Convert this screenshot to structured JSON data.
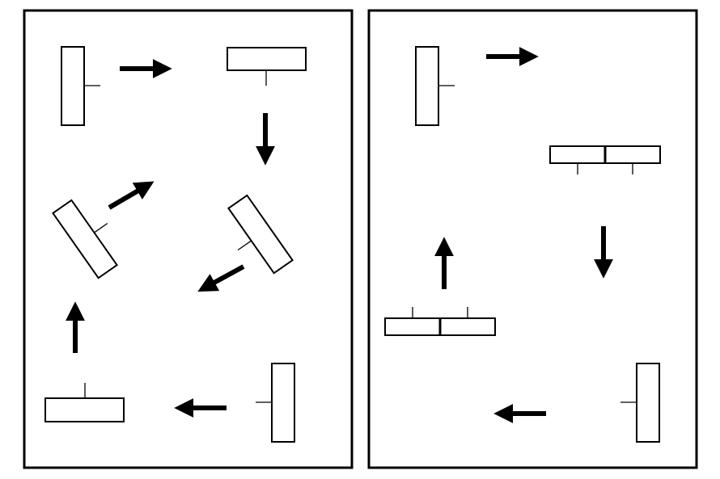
{
  "colors": {
    "stroke": "#000000",
    "fill": "#ffffff",
    "background": "#ffffff"
  },
  "left_panel": {
    "shapes": [
      "rectangle-vertical",
      "rectangle-horizontal",
      "rectangle-tilted",
      "rectangle-tilted",
      "rectangle-horizontal",
      "rectangle-vertical"
    ],
    "arrows": [
      "right",
      "down",
      "down-left",
      "up",
      "left",
      "up-right"
    ]
  },
  "right_panel": {
    "shapes": [
      "rectangle-vertical",
      "rectangle-split-horizontal",
      "rectangle-split-horizontal",
      "rectangle-vertical"
    ],
    "arrows": [
      "right",
      "down",
      "left",
      "up"
    ]
  }
}
